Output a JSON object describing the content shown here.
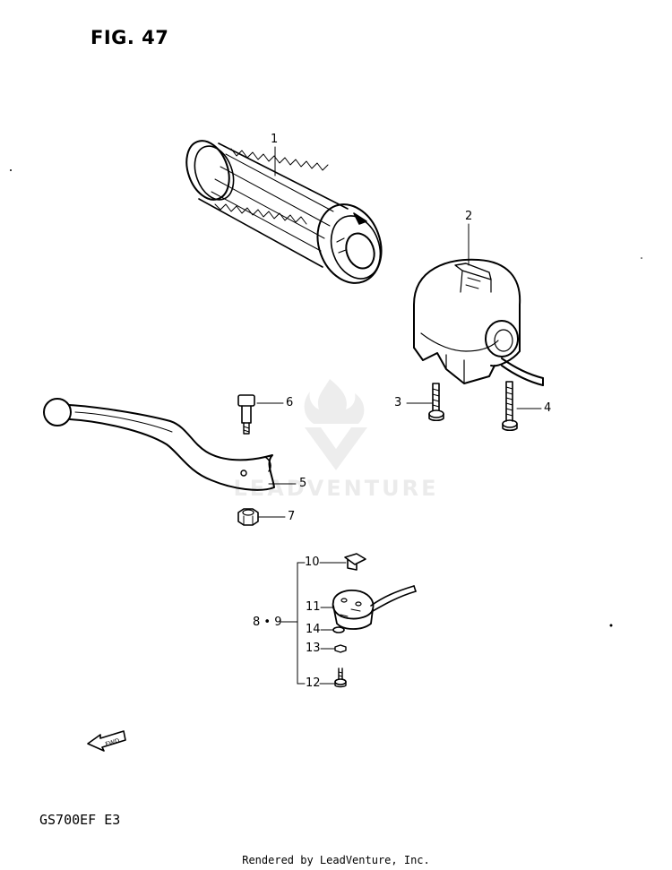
{
  "figure": {
    "title": "FIG. 47"
  },
  "model": {
    "code": "GS700EF  E3"
  },
  "footer": {
    "credit": "Rendered by LeadVenture, Inc."
  },
  "watermark": {
    "text": "LEADVENTURE"
  },
  "fwd_arrow": {
    "label": "FWD"
  },
  "callouts": {
    "p1": "1",
    "p2": "2",
    "p3": "3",
    "p4": "4",
    "p5": "5",
    "p6": "6",
    "p7": "7",
    "p89": "8 • 9",
    "p10": "10",
    "p11": "11",
    "p12": "12",
    "p13": "13",
    "p14": "14"
  }
}
